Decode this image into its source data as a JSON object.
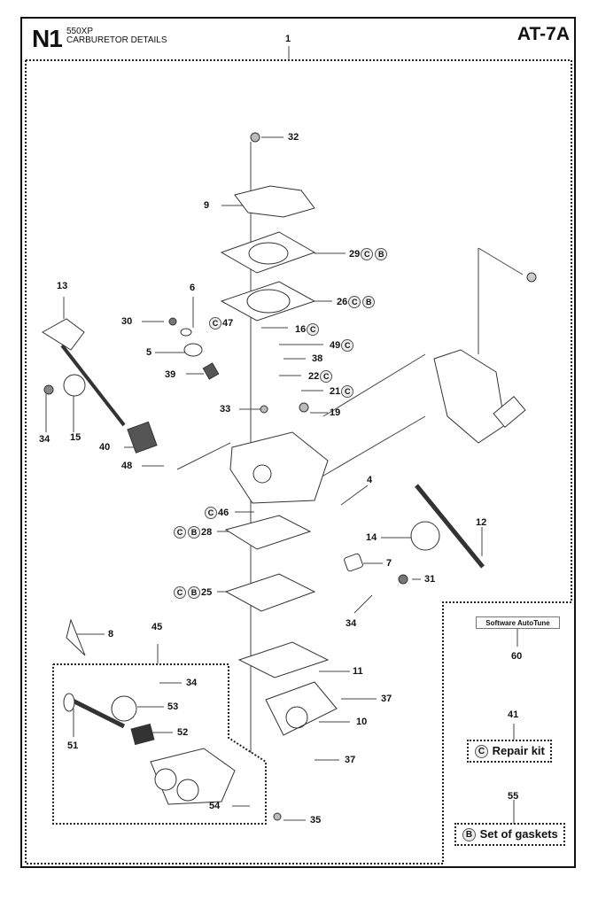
{
  "header": {
    "section_code": "N1",
    "model": "550XP",
    "title": "CARBURETOR DETAILS",
    "page_ref": "AT-7A"
  },
  "callouts": [
    {
      "id": "1",
      "text": "1",
      "badges": []
    },
    {
      "id": "32",
      "text": "32",
      "badges": []
    },
    {
      "id": "9",
      "text": "9",
      "badges": []
    },
    {
      "id": "29",
      "text": "29",
      "badges": [
        "C",
        "B"
      ]
    },
    {
      "id": "26",
      "text": "26",
      "badges": [
        "C",
        "B"
      ]
    },
    {
      "id": "13",
      "text": "13",
      "badges": []
    },
    {
      "id": "6",
      "text": "6",
      "badges": []
    },
    {
      "id": "30",
      "text": "30",
      "badges": []
    },
    {
      "id": "47",
      "text": "47",
      "badges": [
        "C"
      ]
    },
    {
      "id": "16",
      "text": "16",
      "badges": [
        "C"
      ]
    },
    {
      "id": "5",
      "text": "5",
      "badges": []
    },
    {
      "id": "49",
      "text": "49",
      "badges": [
        "C"
      ]
    },
    {
      "id": "38",
      "text": "38",
      "badges": []
    },
    {
      "id": "39",
      "text": "39",
      "badges": []
    },
    {
      "id": "22",
      "text": "22",
      "badges": [
        "C"
      ]
    },
    {
      "id": "21",
      "text": "21",
      "badges": [
        "C"
      ]
    },
    {
      "id": "33",
      "text": "33",
      "badges": []
    },
    {
      "id": "19",
      "text": "19",
      "badges": []
    },
    {
      "id": "34a",
      "text": "34",
      "badges": []
    },
    {
      "id": "15",
      "text": "15",
      "badges": []
    },
    {
      "id": "40",
      "text": "40",
      "badges": []
    },
    {
      "id": "48",
      "text": "48",
      "badges": []
    },
    {
      "id": "4",
      "text": "4",
      "badges": []
    },
    {
      "id": "46",
      "text": "46",
      "badges": [
        "C"
      ]
    },
    {
      "id": "28",
      "text": "28",
      "badges": [
        "C",
        "B"
      ]
    },
    {
      "id": "14",
      "text": "14",
      "badges": []
    },
    {
      "id": "12",
      "text": "12",
      "badges": []
    },
    {
      "id": "7",
      "text": "7",
      "badges": []
    },
    {
      "id": "31",
      "text": "31",
      "badges": []
    },
    {
      "id": "25",
      "text": "25",
      "badges": [
        "C",
        "B"
      ]
    },
    {
      "id": "34b",
      "text": "34",
      "badges": []
    },
    {
      "id": "8",
      "text": "8",
      "badges": []
    },
    {
      "id": "45",
      "text": "45",
      "badges": []
    },
    {
      "id": "11",
      "text": "11",
      "badges": []
    },
    {
      "id": "34c",
      "text": "34",
      "badges": []
    },
    {
      "id": "37a",
      "text": "37",
      "badges": []
    },
    {
      "id": "53",
      "text": "53",
      "badges": []
    },
    {
      "id": "10",
      "text": "10",
      "badges": []
    },
    {
      "id": "51",
      "text": "51",
      "badges": []
    },
    {
      "id": "52",
      "text": "52",
      "badges": []
    },
    {
      "id": "37b",
      "text": "37",
      "badges": []
    },
    {
      "id": "54",
      "text": "54",
      "badges": []
    },
    {
      "id": "35",
      "text": "35",
      "badges": []
    },
    {
      "id": "60",
      "text": "60",
      "badges": []
    },
    {
      "id": "41",
      "text": "41",
      "badges": []
    },
    {
      "id": "55",
      "text": "55",
      "badges": []
    }
  ],
  "legend": {
    "software_box": "Software AutoTune",
    "repair_kit": {
      "badge": "C",
      "label": "Repair kit"
    },
    "gasket_set": {
      "badge": "B",
      "label": "Set of gaskets"
    }
  }
}
